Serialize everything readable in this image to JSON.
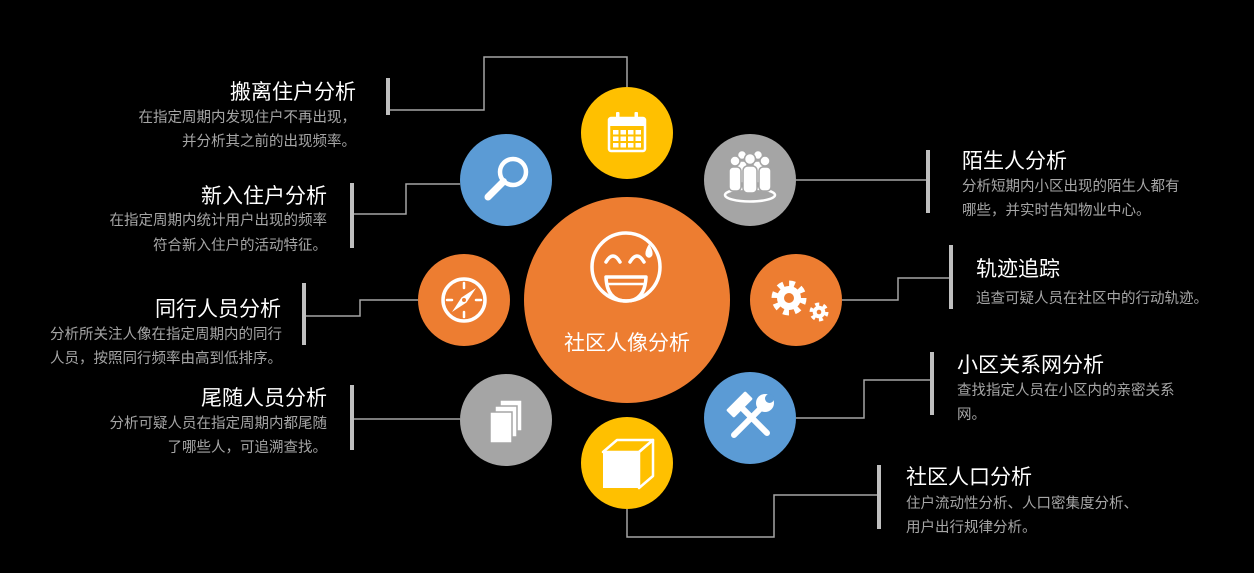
{
  "center": {
    "label": "社区人像分析",
    "icon": "smiley-face-icon",
    "color": "#ED7D31"
  },
  "nodes": [
    {
      "title": "搬离住户分析",
      "desc": [
        "在指定周期内发现住户不再出现，",
        "并分析其之前的出现频率。"
      ],
      "icon": "calendar-icon",
      "color": "#FFC000"
    },
    {
      "title": "陌生人分析",
      "desc": [
        "分析短期内小区出现的陌生人都有",
        "哪些，并实时告知物业中心。"
      ],
      "icon": "people-group-icon",
      "color": "#A5A5A5"
    },
    {
      "title": "轨迹追踪",
      "desc": [
        "追查可疑人员在社区中的行动轨迹。"
      ],
      "icon": "gears-icon",
      "color": "#ED7D31"
    },
    {
      "title": "小区关系网分析",
      "desc": [
        "查找指定人员在小区内的亲密关系",
        "网。"
      ],
      "icon": "hammer-wrench-icon",
      "color": "#5B9BD5"
    },
    {
      "title": "社区人口分析",
      "desc": [
        "住户流动性分析、人口密集度分析、",
        "用户出行规律分析。"
      ],
      "icon": "cube-icon",
      "color": "#FFC000"
    },
    {
      "title": "尾随人员分析",
      "desc": [
        "分析可疑人员在指定周期内都尾随",
        "了哪些人，可追溯查找。"
      ],
      "icon": "documents-icon",
      "color": "#A5A5A5"
    },
    {
      "title": "同行人员分析",
      "desc": [
        "分析所关注人像在指定周期内的同行",
        "人员，按照同行频率由高到低排序。"
      ],
      "icon": "compass-icon",
      "color": "#ED7D31"
    },
    {
      "title": "新入住户分析",
      "desc": [
        "在指定周期内统计用户出现的频率",
        "符合新入住户的活动特征。"
      ],
      "icon": "magnifying-glass-icon",
      "color": "#5B9BD5"
    }
  ]
}
